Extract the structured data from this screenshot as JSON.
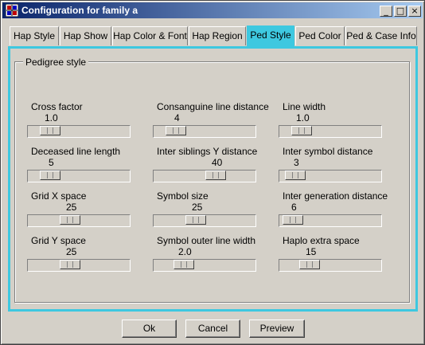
{
  "window": {
    "title": "Configuration for family a",
    "minimize": "_",
    "maximize": "□",
    "close": "×"
  },
  "tabs": [
    {
      "label": "Hap Style",
      "active": false
    },
    {
      "label": "Hap Show",
      "active": false
    },
    {
      "label": "Hap Color & Font",
      "active": false
    },
    {
      "label": "Hap Region",
      "active": false
    },
    {
      "label": "Ped Style",
      "active": true
    },
    {
      "label": "Ped Color",
      "active": false
    },
    {
      "label": "Ped & Case Info",
      "active": false
    }
  ],
  "group": {
    "title": "Pedigree style"
  },
  "sliders": [
    {
      "label": "Cross factor",
      "value": "1.0",
      "position": 0.15
    },
    {
      "label": "Consanguine line distance",
      "value": "4",
      "position": 0.15
    },
    {
      "label": "Line width",
      "value": "1.0",
      "position": 0.15
    },
    {
      "label": "Deceased line length",
      "value": "5",
      "position": 0.15
    },
    {
      "label": "Inter siblings Y distance",
      "value": "40",
      "position": 0.65
    },
    {
      "label": "Inter symbol distance",
      "value": "3",
      "position": 0.07
    },
    {
      "label": "Grid X space",
      "value": "25",
      "position": 0.4
    },
    {
      "label": "Symbol size",
      "value": "25",
      "position": 0.4
    },
    {
      "label": "Inter generation distance",
      "value": "6",
      "position": 0.04
    },
    {
      "label": "Grid Y space",
      "value": "25",
      "position": 0.4
    },
    {
      "label": "Symbol outer line width",
      "value": "2.0",
      "position": 0.25
    },
    {
      "label": "Haplo extra space",
      "value": "15",
      "position": 0.25
    }
  ],
  "buttons": {
    "ok": "Ok",
    "cancel": "Cancel",
    "preview": "Preview"
  },
  "colors": {
    "accent": "#3ec8e0",
    "face": "#d4d0c8",
    "title_start": "#0a246a",
    "title_end": "#a6caf0"
  }
}
